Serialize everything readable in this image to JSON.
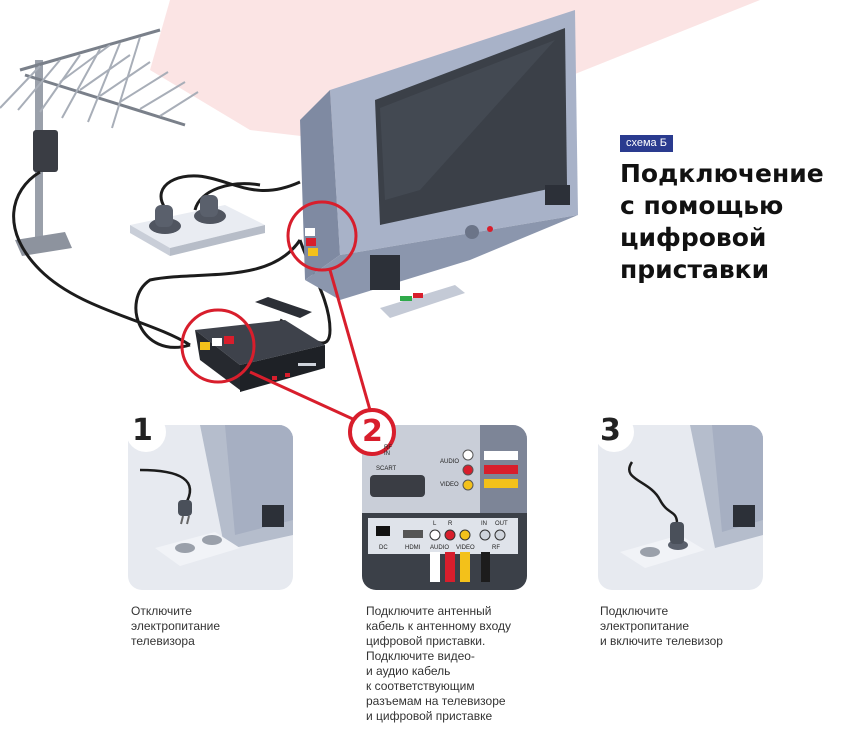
{
  "scheme_label": "схема Б",
  "title": "Подключение\nс помощью\nцифровой\nприставки",
  "steps": [
    {
      "number": "1",
      "caption": "Отключите\nэлектропитание\nтелевизора"
    },
    {
      "number": "2",
      "caption": "Подключите антенный\nкабель к антенному входу\nцифровой приставки.\nПодключите видео-\nи аудио кабель\nк соответствующим\nразъемам на телевизоре\nи цифровой приставке"
    },
    {
      "number": "3",
      "caption": "Подключите\nэлектропитание\nи включите телевизор"
    }
  ],
  "panel2_labels": {
    "rf": "RF IN",
    "scart": "SCART",
    "audio": "AUDIO",
    "video": "VIDEO",
    "l": "L",
    "r": "R",
    "dc": "DC",
    "hdmi": "HDMI",
    "audio_bottom": "AUDIO",
    "video_bottom": "VIDEO",
    "in": "IN",
    "out": "OUT",
    "rf_bottom": "RF"
  },
  "colors": {
    "accent_red": "#d81e2c",
    "badge_blue": "#2a3b8f",
    "tv_body": "#9aa6bf",
    "screen": "#3a3f48"
  }
}
